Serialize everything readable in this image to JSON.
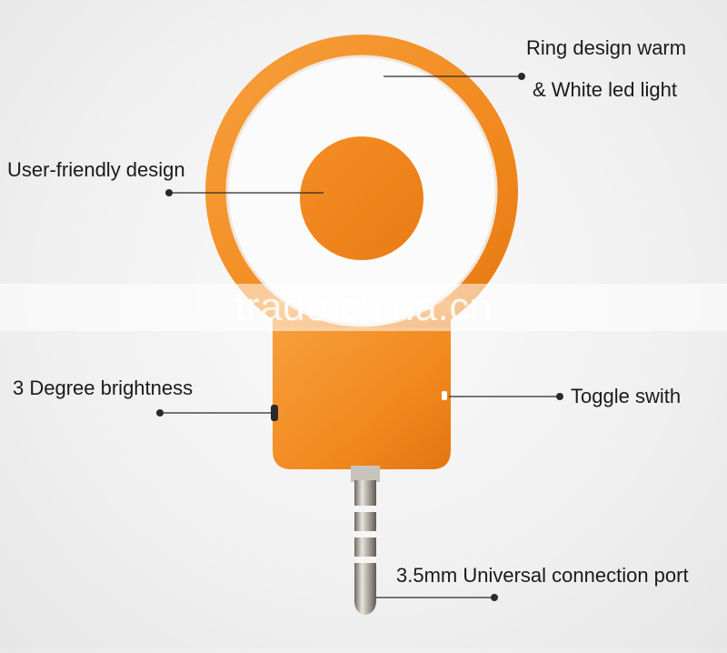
{
  "callouts": {
    "ring_design_line1": "Ring design warm",
    "ring_design_line2": "& White led light",
    "user_friendly": "User-friendly design",
    "brightness": "3 Degree brightness",
    "toggle": "Toggle swith",
    "port": "3.5mm Universal connection port"
  },
  "watermark": "trade.china.cn",
  "colors": {
    "body_orange": "#f28a1f",
    "ring_white": "#fbfbfb",
    "background": "#f2f2f2",
    "callout_line": "#2a2a2a"
  }
}
